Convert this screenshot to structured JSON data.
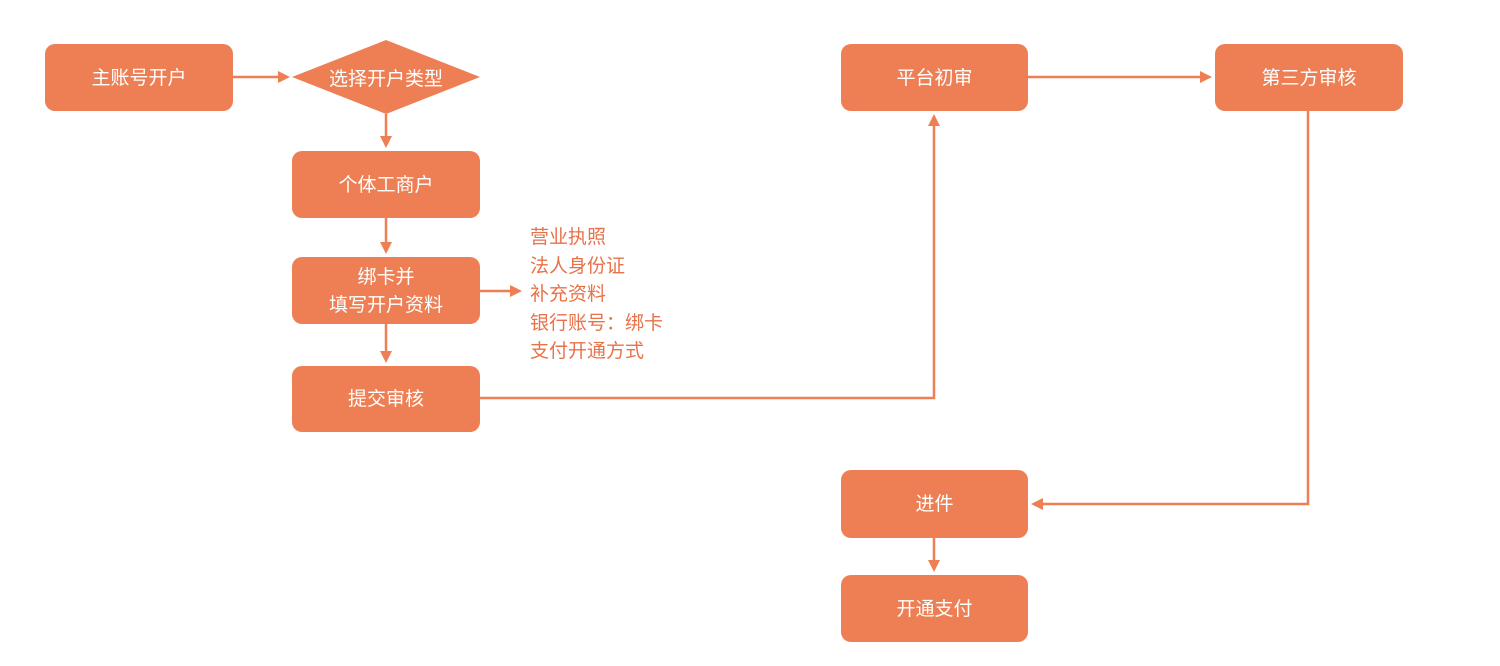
{
  "diagram": {
    "colors": {
      "node_fill": "#ee7f55",
      "node_text": "#ffffff",
      "line": "#ee7f55",
      "note_text": "#e8724a"
    },
    "nodes": {
      "main_account": "主账号开户",
      "choose_type": "选择开户类型",
      "individual_business": "个体工商户",
      "bind_card_line1": "绑卡并",
      "bind_card_line2": "填写开户资料",
      "submit_review": "提交审核",
      "platform_review": "平台初审",
      "third_party_review": "第三方审核",
      "onboarding": "进件",
      "open_payment": "开通支付"
    },
    "required_materials": [
      "营业执照",
      "法人身份证",
      "补充资料",
      "银行账号：绑卡",
      "支付开通方式"
    ]
  }
}
